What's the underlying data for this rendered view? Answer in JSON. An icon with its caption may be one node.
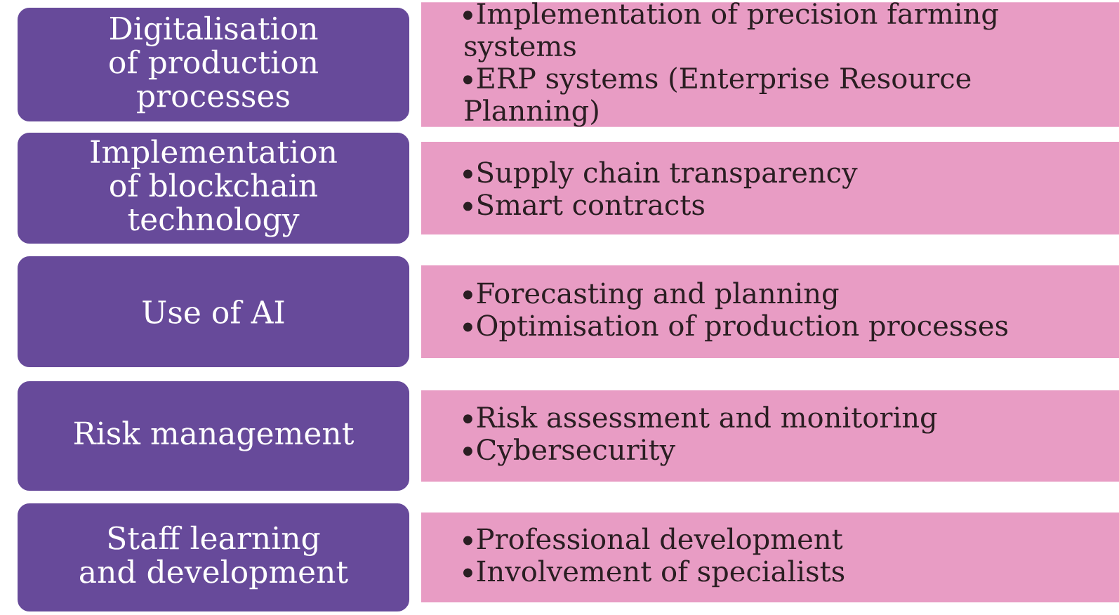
{
  "diagram": {
    "nodes": [
      {
        "text": [
          "Digitalisation of production processes"
        ]
      },
      {
        "text": [
          "Implementation of precision farming systems",
          "ERP systems (Enterprise Resource Planning)"
        ]
      },
      {
        "text": [
          "Implementation of blockchain technology"
        ]
      },
      {
        "text": [
          "Supply chain transparency",
          "Smart contracts"
        ]
      },
      {
        "text": [
          "Use of AI"
        ]
      },
      {
        "text": [
          "Forecasting and planning",
          "Optimisation of production processes"
        ]
      },
      {
        "text": [
          "Risk management"
        ]
      },
      {
        "text": [
          "Risk assessment and monitoring",
          "Cybersecurity"
        ]
      },
      {
        "text": [
          "Staff learning and development"
        ]
      },
      {
        "text": [
          "Professional development",
          "Involvement of specialists"
        ]
      }
    ]
  }
}
